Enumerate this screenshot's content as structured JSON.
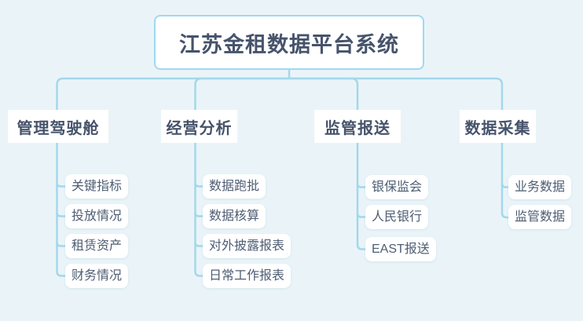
{
  "title": "江苏金租数据平台系统",
  "branches": [
    {
      "label": "管理驾驶舱",
      "children": [
        "关键指标",
        "投放情况",
        "租赁资产",
        "财务情况"
      ]
    },
    {
      "label": "经营分析",
      "children": [
        "数据跑批",
        "数据核算",
        "对外披露报表",
        "日常工作报表"
      ]
    },
    {
      "label": "监管报送",
      "children": [
        "银保监会",
        "人民银行",
        "EAST报送"
      ]
    },
    {
      "label": "数据采集",
      "children": [
        "业务数据",
        "监管数据"
      ]
    }
  ],
  "colors": {
    "background": "#eaf4f8",
    "line": "#a3d8eb",
    "title_border": "#9ed9f1",
    "node_bg": "#ffffff",
    "text_dark": "#46536b",
    "text_sub": "#4e5d73"
  }
}
